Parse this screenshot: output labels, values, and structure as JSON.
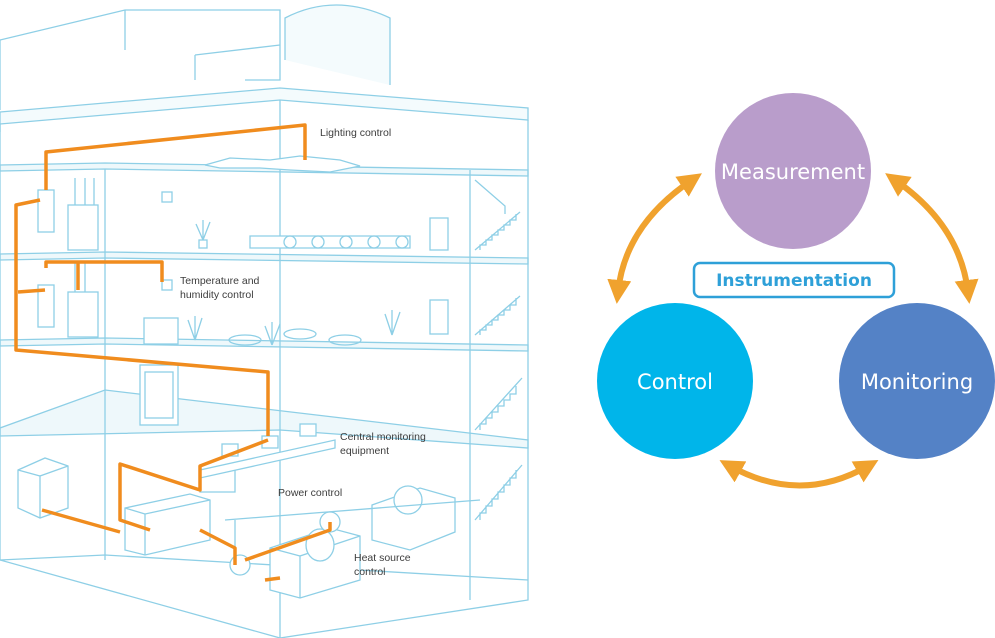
{
  "building": {
    "labels": {
      "lighting": "Lighting control",
      "temp_line1": "Temperature and",
      "temp_line2": "humidity control",
      "central_line1": "Central monitoring",
      "central_line2": "equipment",
      "power": "Power control",
      "heat_line1": "Heat source",
      "heat_line2": "control"
    }
  },
  "cycle": {
    "center": "Instrumentation",
    "measurement": "Measurement",
    "control": "Control",
    "monitoring": "Monitoring"
  },
  "colors": {
    "structure": "#8ecfe6",
    "floor_fill": "#eef8fb",
    "wiring": "#f08c1e",
    "arrow": "#f0a22e",
    "measurement": "#b99dcb",
    "control": "#00b5ea",
    "monitoring": "#5482c6",
    "instrumentation": "#2ea0d8"
  }
}
